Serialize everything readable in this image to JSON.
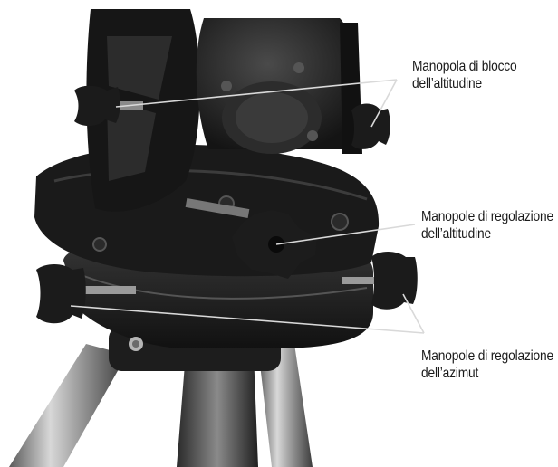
{
  "callouts": {
    "altitude_lock": {
      "line1": "Manopola di blocco",
      "line2": "dell’altitudine"
    },
    "altitude_adjust": {
      "line1": "Manopole di regolazione",
      "line2": "dell’altitudine"
    },
    "azimuth_adjust": {
      "line1": "Manopole di regolazione",
      "line2": "dell’azimut"
    }
  },
  "colors": {
    "mount_body": "#1c1c1c",
    "mount_highlight": "#3a3a3a",
    "tripod_leg": "#9a9a9a",
    "leader_line": "#d9d9d9",
    "background": "#ffffff"
  }
}
